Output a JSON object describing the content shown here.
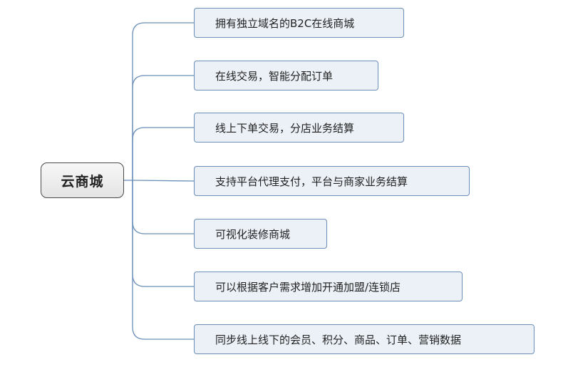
{
  "root": {
    "label": "云商城"
  },
  "branches": [
    {
      "label": "拥有独立域名的B2C在线商城"
    },
    {
      "label": "在线交易，智能分配订单"
    },
    {
      "label": "线上下单交易，分店业务结算"
    },
    {
      "label": "支持平台代理支付，平台与商家业务结算"
    },
    {
      "label": "可视化装修商城"
    },
    {
      "label": "可以根据客户需求增加开通加盟/连锁店"
    },
    {
      "label": "同步线上线下的会员、积分、商品、订单、营销数据"
    }
  ],
  "colors": {
    "connector": "#6a8fb8",
    "branch_fill": "#ecf1f8",
    "root_border": "#4a4a4a"
  }
}
